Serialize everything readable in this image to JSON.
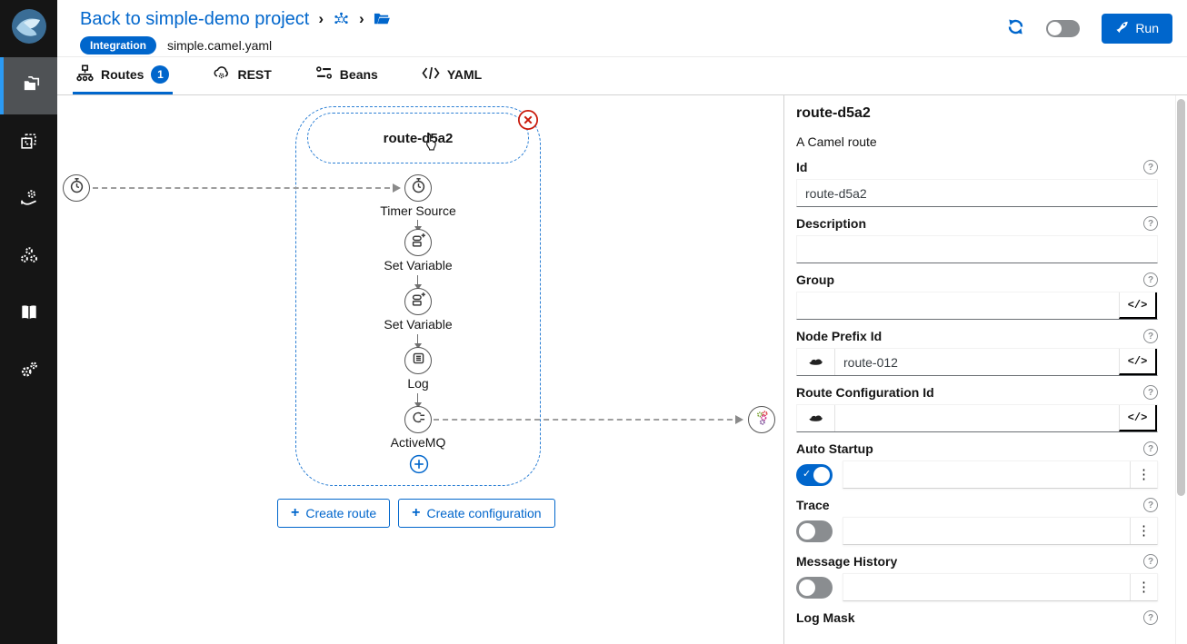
{
  "header": {
    "back_link": "Back to simple-demo project",
    "separator": "›",
    "badge": "Integration",
    "filename": "simple.camel.yaml",
    "run_label": "Run"
  },
  "sidebar": {
    "items": [
      {
        "icon": "projects-icon",
        "active": true
      },
      {
        "icon": "templates-icon",
        "active": false
      },
      {
        "icon": "services-icon",
        "active": false
      },
      {
        "icon": "resources-icon",
        "active": false
      },
      {
        "icon": "knowledgebase-icon",
        "active": false
      },
      {
        "icon": "configuration-icon",
        "active": false
      }
    ]
  },
  "tabs": {
    "routes": {
      "label": "Routes",
      "badge": "1",
      "active": true
    },
    "rest": {
      "label": "REST"
    },
    "beans": {
      "label": "Beans"
    },
    "yaml": {
      "label": "YAML"
    }
  },
  "canvas": {
    "route_title": "route-d5a2",
    "nodes": [
      {
        "label": "Timer Source",
        "icon": "timer-icon"
      },
      {
        "label": "Set Variable",
        "icon": "set-variable-icon"
      },
      {
        "label": "Set Variable",
        "icon": "set-variable-icon"
      },
      {
        "label": "Log",
        "icon": "log-icon"
      },
      {
        "label": "ActiveMQ",
        "icon": "plug-icon"
      }
    ],
    "plus": "+",
    "create_route_label": "Create route",
    "create_config_label": "Create configuration"
  },
  "panel": {
    "title": "route-d5a2",
    "subtitle": "A Camel route",
    "fields": [
      {
        "label": "Id",
        "value": "route-d5a2"
      },
      {
        "label": "Description",
        "value": ""
      },
      {
        "label": "Group",
        "value": ""
      },
      {
        "label": "Node Prefix Id",
        "value": "route-012"
      },
      {
        "label": "Route Configuration Id",
        "value": ""
      },
      {
        "label": "Auto Startup",
        "switch_on": true,
        "value": ""
      },
      {
        "label": "Trace",
        "switch_on": false,
        "value": ""
      },
      {
        "label": "Message History",
        "switch_on": false,
        "value": ""
      },
      {
        "label": "Log Mask"
      }
    ],
    "icons": {
      "help": "?",
      "code": "</>",
      "kebab": "⋮",
      "check": "✓"
    }
  },
  "colors": {
    "accent": "#0066cc",
    "danger": "#c9190b",
    "sidebar_bg": "#151515",
    "sidebar_active_bar": "#2b9af3",
    "route_border": "#2b7fd4",
    "amq_green": "#78a22f",
    "amq_red": "#d8232a",
    "amq_magenta": "#cf2584",
    "amq_purple": "#6d3a8d"
  }
}
